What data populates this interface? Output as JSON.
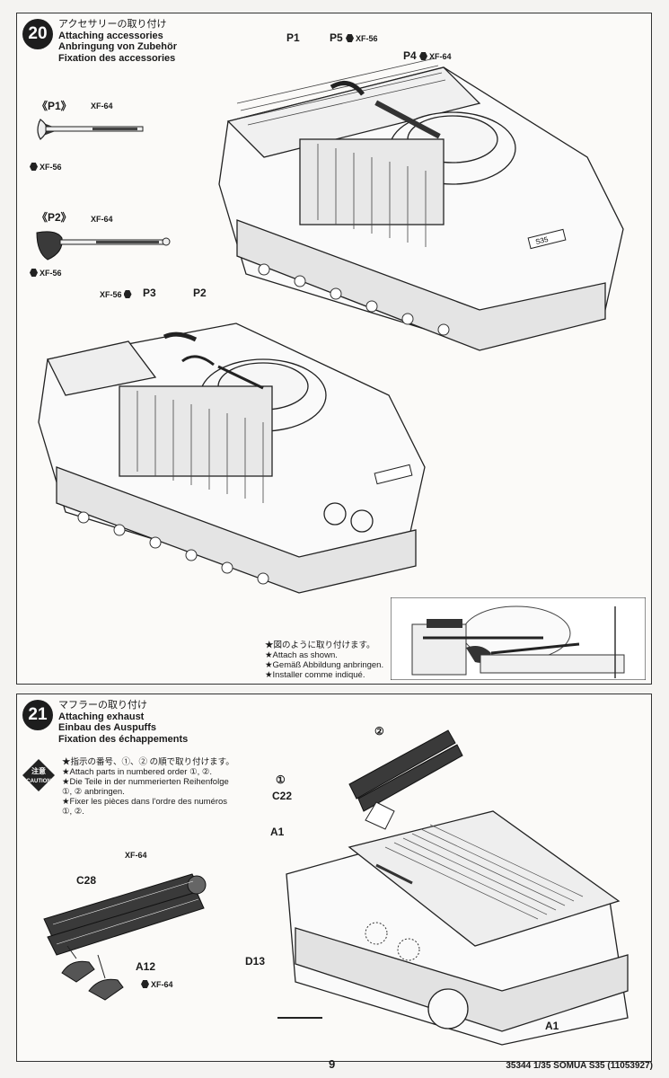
{
  "step20": {
    "number": "20",
    "title_jp": "アクセサリーの取り付け",
    "title_en": "Attaching accessories",
    "title_de": "Anbringung von Zubehör",
    "title_fr": "Fixation des accessories",
    "parts": {
      "p1": "P1",
      "p1_sub": "《P1》",
      "p2": "P2",
      "p2_sub": "《P2》",
      "p3": "P3",
      "p4": "P4",
      "p5": "P5"
    },
    "paints": {
      "xf56": "XF-56",
      "xf64": "XF-64"
    },
    "note": {
      "jp": "★図のように取り付けます。",
      "en": "★Attach as shown.",
      "de": "★Gemäß Abbildung anbringen.",
      "fr": "★Installer comme indiqué."
    },
    "plate_text": "S35"
  },
  "step21": {
    "number": "21",
    "title_jp": "マフラーの取り付け",
    "title_en": "Attaching exhaust",
    "title_de": "Einbau des Auspuffs",
    "title_fr": "Fixation des échappements",
    "caution": {
      "jp": "注意",
      "en": "CAUTION"
    },
    "order_note": {
      "jp": "★指示の番号、①、② の順で取り付けます。",
      "en": "★Attach parts in numbered order ①, ②.",
      "de1": "★Die Teile in der nummerierten Reihenfolge",
      "de2": "①, ② anbringen.",
      "fr1": "★Fixer les pièces dans l'ordre des numéros",
      "fr2": "①, ②."
    },
    "parts": {
      "c22": "C22",
      "a1": "A1",
      "a1b": "A1",
      "d13": "D13",
      "c28": "C28",
      "a12": "A12",
      "n1": "①",
      "n2": "②"
    },
    "paints": {
      "xf64": "XF-64",
      "xf64b": "XF-64"
    }
  },
  "footer": {
    "page": "9",
    "product": "35344  1/35 SOMUA S35 (11053927)"
  }
}
